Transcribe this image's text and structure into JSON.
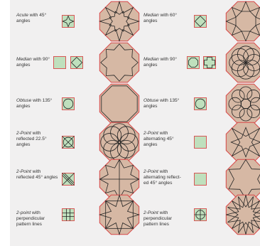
{
  "colors": {
    "fill": "#d6b8a4",
    "small_fill": "#bfe0bd",
    "red_outline": "#d74848",
    "pattern_line": "#222222",
    "background": "#f1f0f0"
  },
  "rows": [
    {
      "left": {
        "emph": "Acute",
        "rest": " with 45° angles"
      },
      "right": {
        "emph": "Median",
        "rest": " with 60° angles"
      }
    },
    {
      "left": {
        "emph": "Median",
        "rest": " with 90° angles"
      },
      "right": {
        "emph": "Median",
        "rest": " with 90° angles"
      }
    },
    {
      "left": {
        "emph": "Obtuse",
        "rest": " with 135° angles"
      },
      "right": {
        "emph": "Obtuse",
        "rest": " with 135° angles"
      }
    },
    {
      "left": {
        "emph": "2-Point",
        "rest": " with reflected 22.5° angles"
      },
      "right": {
        "emph": "2-Point",
        "rest": " with alternating 45° angles"
      }
    },
    {
      "left": {
        "emph": "2-Point",
        "rest": " with reflected 45° angles"
      },
      "right": {
        "emph": "2-Point",
        "rest": " with alternating reflect-ed 45° angles"
      }
    },
    {
      "left": {
        "emph": "2-point",
        "rest": " with perpendicular pattern lines"
      },
      "right": {
        "emph": "2-Point",
        "rest": " with perpendicular pattern lines"
      }
    }
  ]
}
